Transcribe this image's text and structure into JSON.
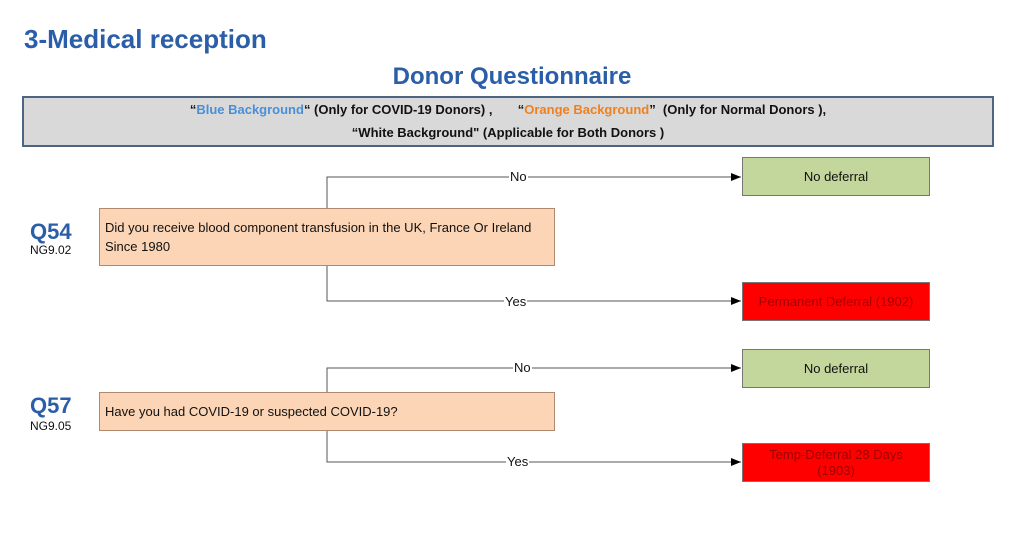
{
  "title": "3-Medical reception",
  "subtitle": "Donor Questionnaire",
  "legend": {
    "q1": "“",
    "blue": "Blue Background",
    "p1": "“ (Only for COVID-19 Donors) ,       “",
    "orange": "Orange Background",
    "p2": "”  (Only for Normal Donors ),",
    "line2": "“White Background\" (Applicable for Both Donors )"
  },
  "colors": {
    "title": "#2a5ea8",
    "question": "#fbd5b5",
    "no_deferral": "#c3d69b",
    "deferral": "#ff0000"
  },
  "questions": [
    {
      "id": "Q54",
      "code": "NG9.02",
      "text": "Did  you receive blood component transfusion in the UK, France Or Ireland Since 1980",
      "no_label": "No",
      "yes_label": "Yes",
      "no_result": "No deferral",
      "yes_result": "Permanent Deferral (1902)"
    },
    {
      "id": "Q57",
      "code": "NG9.05",
      "text": "Have you had COVID-19 or suspected COVID-19?",
      "no_label": "No",
      "yes_label": "Yes",
      "no_result": "No deferral",
      "yes_result": "Temp-Deferral 28 Days (1903)"
    }
  ]
}
